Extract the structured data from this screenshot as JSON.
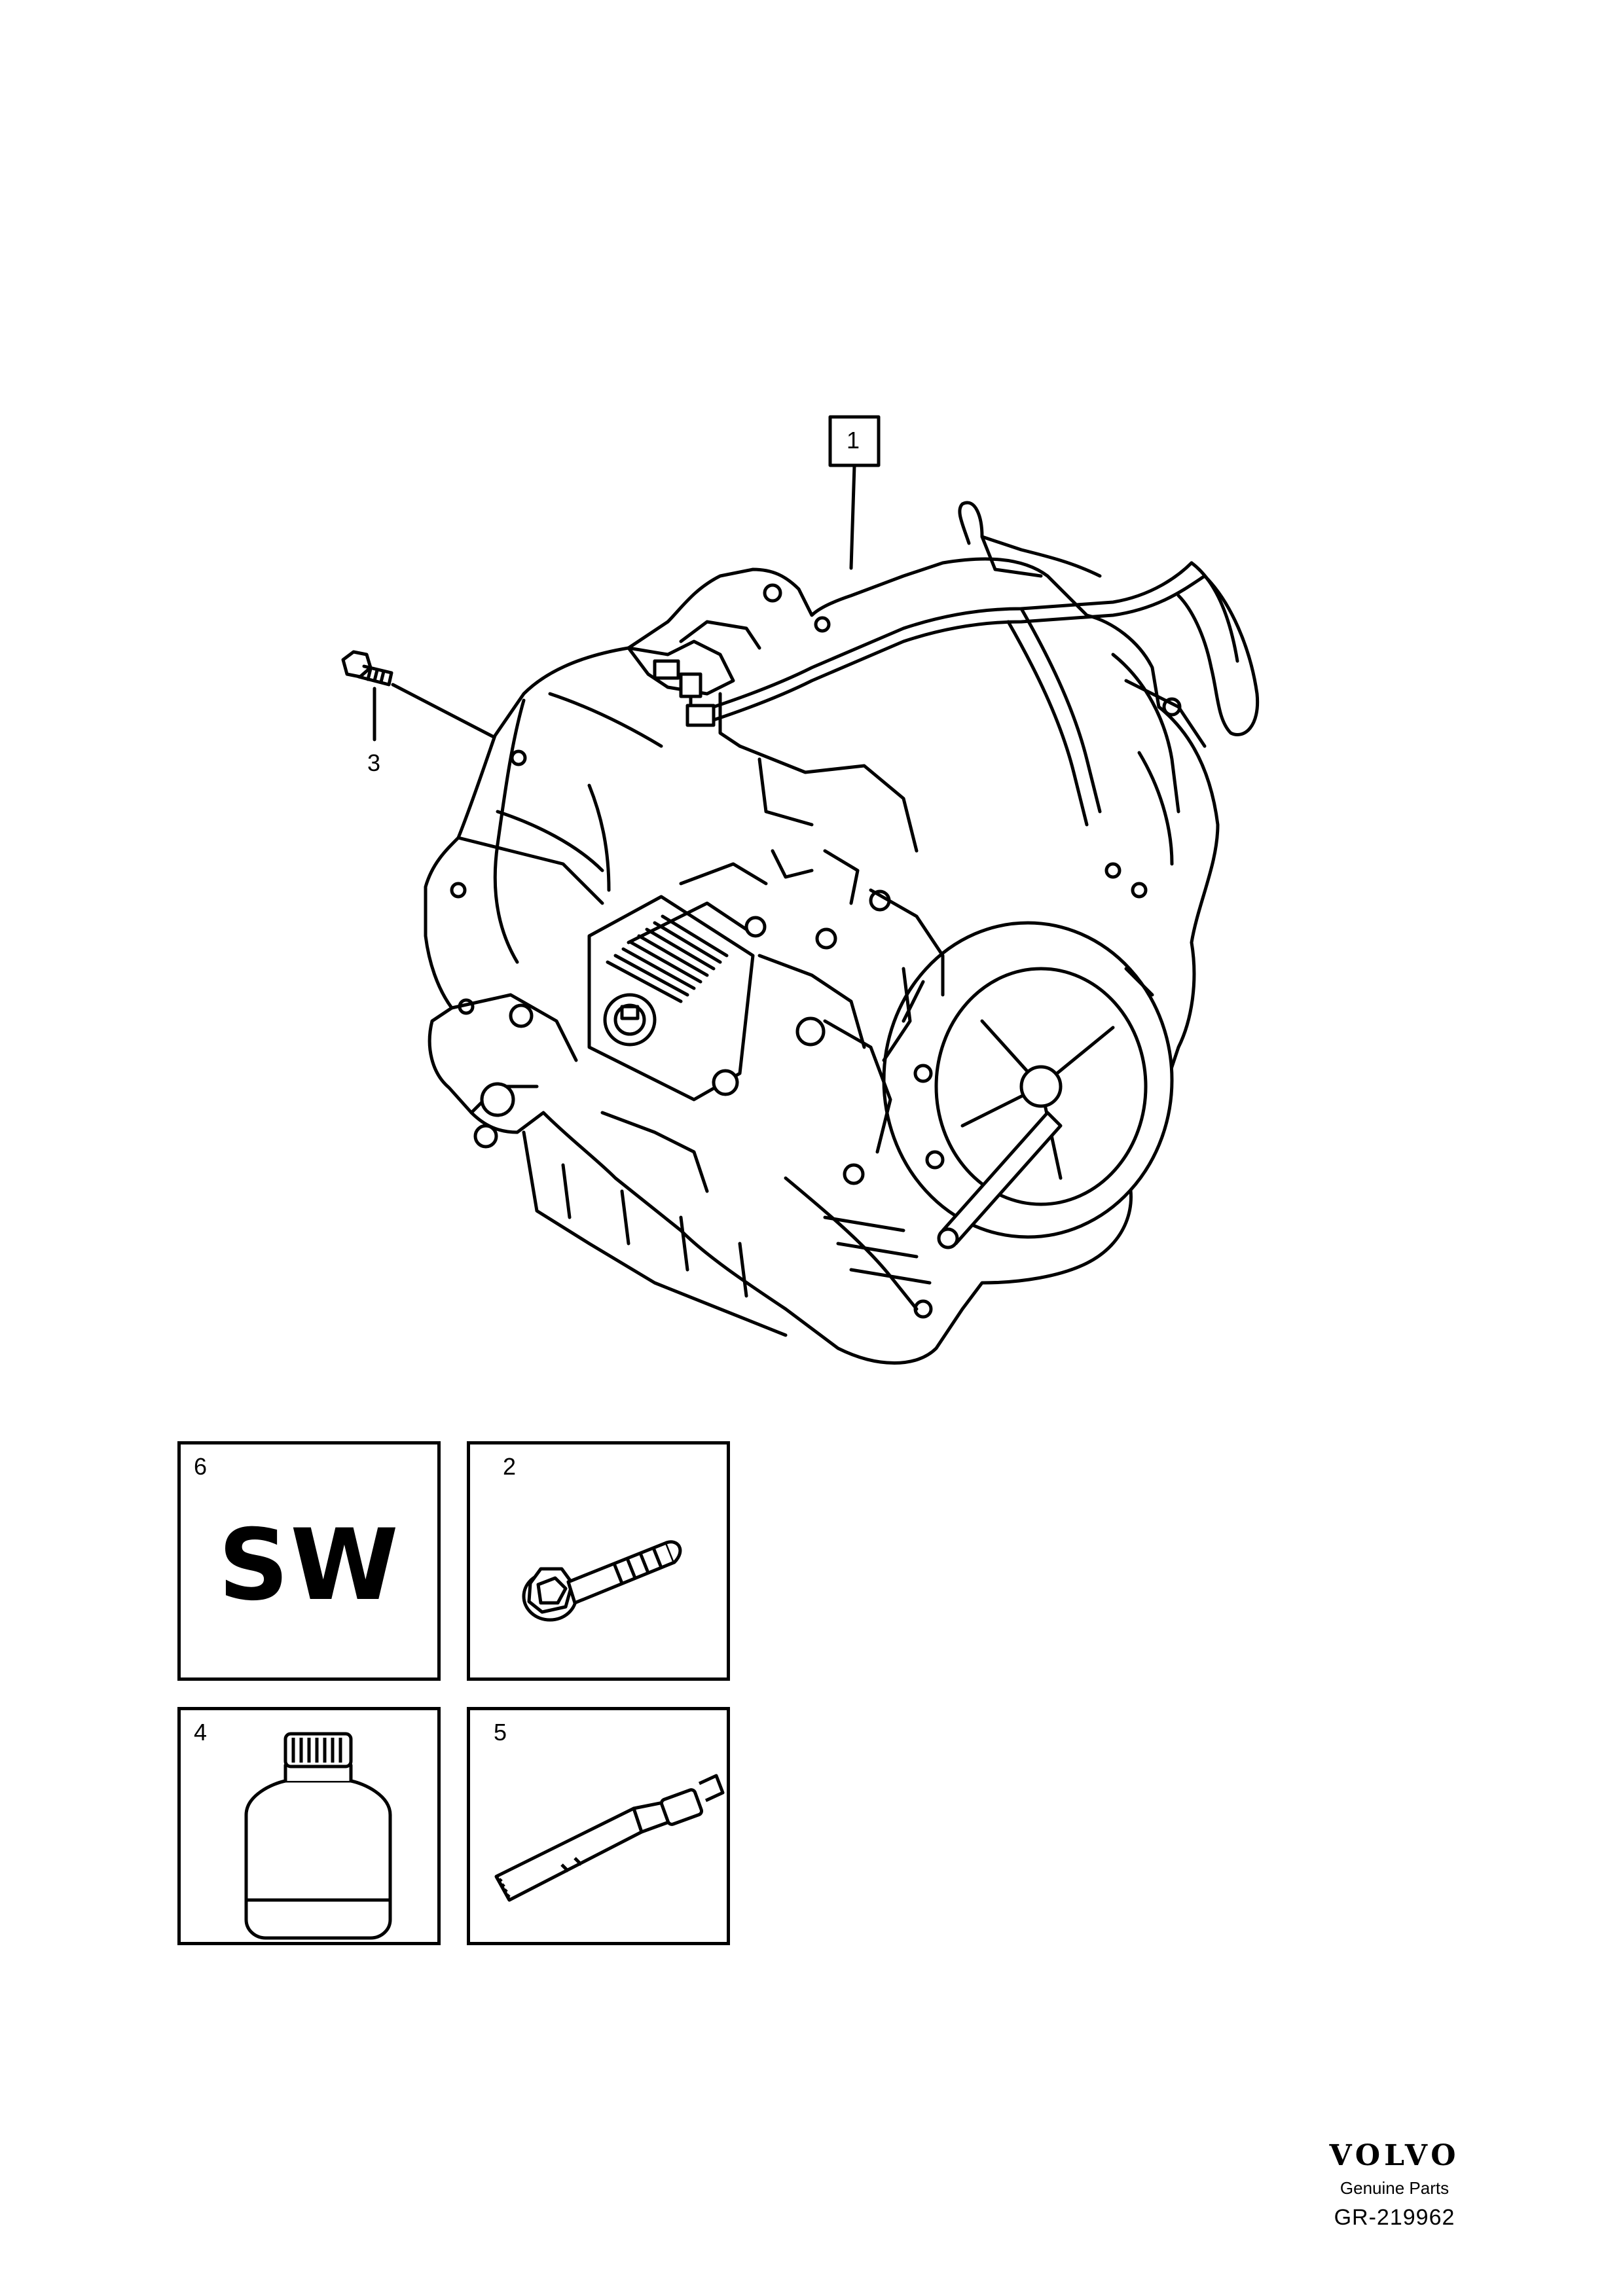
{
  "callouts": {
    "transmission": "1",
    "bolt_main": "3"
  },
  "kit_boxes": [
    {
      "number": "6",
      "text": "SW",
      "icon": "software-sw-icon"
    },
    {
      "number": "2",
      "icon": "flange-bolt-icon"
    },
    {
      "number": "4",
      "icon": "fluid-bottle-icon"
    },
    {
      "number": "5",
      "icon": "sealant-tube-icon"
    }
  ],
  "brand": {
    "logo": "VOLVO",
    "tagline": "Genuine Parts",
    "reference": "GR-219962"
  }
}
